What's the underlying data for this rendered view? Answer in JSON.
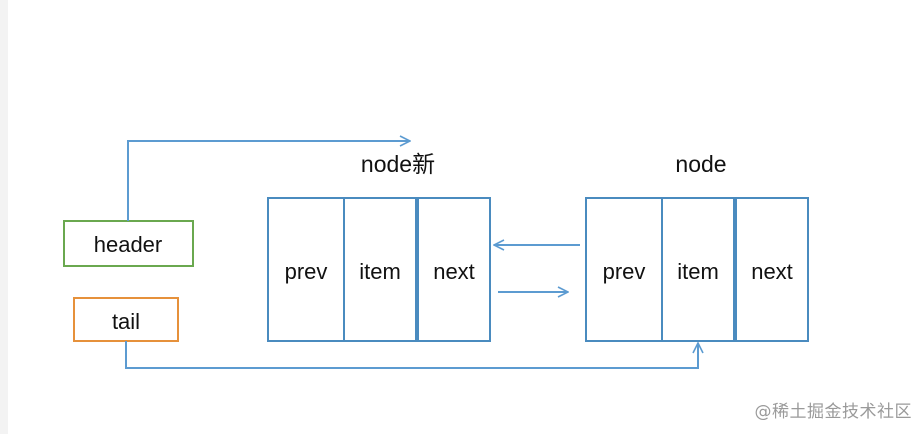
{
  "diagram": {
    "nodes": [
      {
        "title": "node新",
        "cells": [
          "prev",
          "item",
          "next"
        ]
      },
      {
        "title": "node",
        "cells": [
          "prev",
          "item",
          "next"
        ]
      }
    ],
    "pointers": {
      "header": "header",
      "tail": "tail"
    }
  },
  "colors": {
    "node_border": "#4a8bbf",
    "arrow": "#5c9bd1",
    "header_border": "#6aa84f",
    "tail_border": "#e6913b"
  },
  "watermark": "@稀土掘金技术社区"
}
